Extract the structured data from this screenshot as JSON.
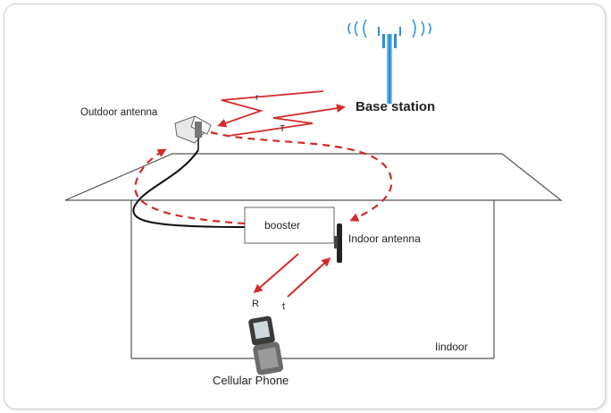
{
  "labels": {
    "base_station": "Base station",
    "outdoor_antenna": "Outdoor antenna",
    "booster": "booster",
    "indoor_antenna": "Indoor antenna",
    "indoor": "Iindoor",
    "cellular_phone": "Cellular Phone",
    "r_upper": "r",
    "t_upper": "T",
    "r_lower": "R",
    "t_lower": "t"
  },
  "colors": {
    "signal": "#d42a2a",
    "tower": "#2b8fd6",
    "house_line": "#555555",
    "cable": "#111111"
  },
  "icons": [
    "cell-tower-icon",
    "outdoor-antenna-icon",
    "indoor-antenna-icon",
    "mobile-phone-icon"
  ]
}
